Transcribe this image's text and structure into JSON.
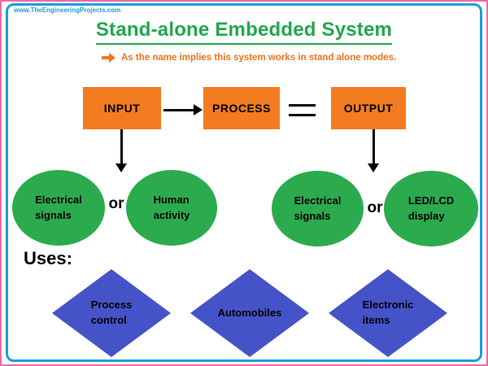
{
  "watermark": "www.TheEngineeringProjects.com",
  "title": "Stand-alone Embedded System",
  "subtitle": {
    "text": "As the name implies this system works in stand alone modes."
  },
  "flow": {
    "input_label": "INPUT",
    "process_label": "PROCESS",
    "output_label": "OUTPUT"
  },
  "input_options": {
    "option1": "Electrical\nsignals",
    "or_label": "or",
    "option2": "Human\nactivity"
  },
  "output_options": {
    "option1": "Electrical\nsignals",
    "or_label": "or",
    "option2": "LED/LCD\ndisplay"
  },
  "uses": {
    "heading": "Uses:",
    "items": [
      "Process\ncontrol",
      "Automobiles",
      "Electronic\nitems"
    ]
  },
  "colors": {
    "box_orange": "#f47c20",
    "ellipse_green": "#2bab4e",
    "diamond_blue": "#4553c8",
    "title_green": "#21a74d",
    "subtitle_orange": "#f4731d",
    "frame_blue": "#18a0dc",
    "border_pink": "#ee6ba8",
    "text_black": "#000000"
  }
}
